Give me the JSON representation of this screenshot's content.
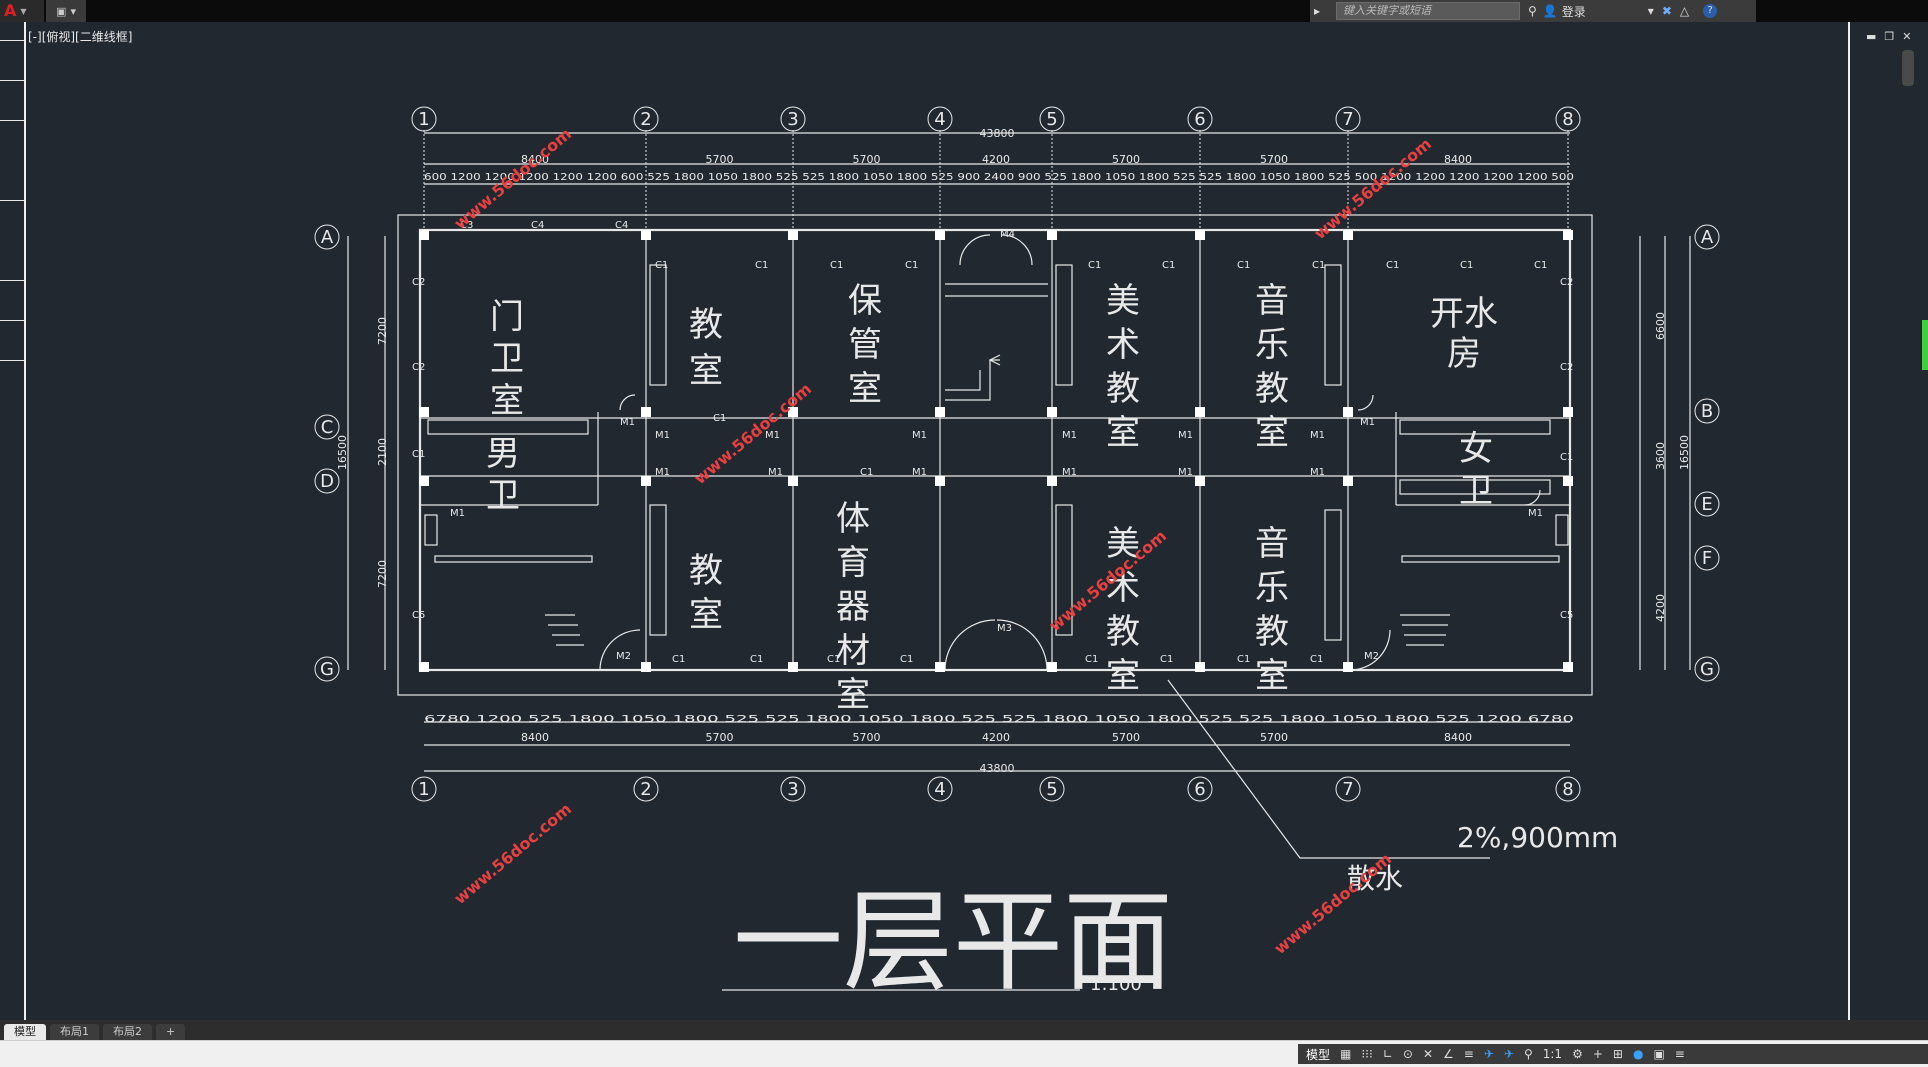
{
  "app": {
    "menu_logo": "A",
    "viewport_label": "[-][俯视][二维线框]"
  },
  "infocenter": {
    "search_placeholder": "键入关键字或短语",
    "login_label": "登录"
  },
  "tabs": [
    "模型",
    "布局1",
    "布局2",
    "+"
  ],
  "status": {
    "model_label": "模型",
    "scale_label": "1:1"
  },
  "drawing": {
    "title": "一层平面",
    "scale": "1:100",
    "slope_note": "2%,900mm",
    "drain_note": "散水",
    "watermark": "www.56doc.com",
    "grid_columns": [
      "1",
      "2",
      "3",
      "4",
      "5",
      "6",
      "7",
      "8"
    ],
    "grid_rows_left": [
      "A",
      "C",
      "D",
      "G"
    ],
    "grid_rows_right": [
      "A",
      "B",
      "E",
      "F",
      "G"
    ],
    "top_overall": "43800",
    "top_bays": [
      "8400",
      "5700",
      "5700",
      "4200",
      "5700",
      "5700",
      "8400"
    ],
    "top_detail": "600 1200 1200 1200 1200 1200 600 525 1800 1050 1800 525 525 1800 1050 1800 525 900 2400 900 525 1800 1050 1800 525 525 1800 1050 1800 525 500 1200 1200 1200 1200 1200 500",
    "bottom_overall": "43800",
    "bottom_bays": [
      "8400",
      "5700",
      "5700",
      "4200",
      "5700",
      "5700",
      "8400"
    ],
    "bottom_detail": "6780 1200 525 1800 1050 1800 525 525 1800 1050 1800 525 525 1800 1050 1800 525 525 1800 1050 1800 525 1200 6780",
    "left_dims": [
      "7200",
      "2100",
      "7200"
    ],
    "left_overall": "16500",
    "right_dims": [
      "6600",
      "3600",
      "4200"
    ],
    "right_overall": "16500",
    "rooms": [
      {
        "name": "门卫室",
        "chars": [
          "门",
          "卫",
          "室"
        ]
      },
      {
        "name": "男卫",
        "chars": [
          "男",
          "卫"
        ]
      },
      {
        "name": "教室",
        "chars": [
          "教",
          "室"
        ]
      },
      {
        "name": "保管室",
        "chars": [
          "保",
          "管",
          "室"
        ]
      },
      {
        "name": "美术教室",
        "chars": [
          "美",
          "术",
          "教",
          "室"
        ]
      },
      {
        "name": "音乐教室",
        "chars": [
          "音",
          "乐",
          "教",
          "室"
        ]
      },
      {
        "name": "开水房",
        "chars": [
          "开水",
          "房"
        ]
      },
      {
        "name": "女卫",
        "chars": [
          "女",
          "卫"
        ]
      },
      {
        "name": "教室",
        "chars": [
          "教",
          "室"
        ]
      },
      {
        "name": "体育器材室",
        "chars": [
          "体",
          "育",
          "器",
          "材",
          "室"
        ]
      },
      {
        "name": "美术教室",
        "chars": [
          "美",
          "术",
          "教",
          "室"
        ]
      },
      {
        "name": "音乐教室",
        "chars": [
          "音",
          "乐",
          "教",
          "室"
        ]
      }
    ],
    "tags": [
      "C1",
      "C2",
      "C3",
      "C4",
      "C5",
      "M1",
      "M2",
      "M3",
      "M4"
    ]
  }
}
